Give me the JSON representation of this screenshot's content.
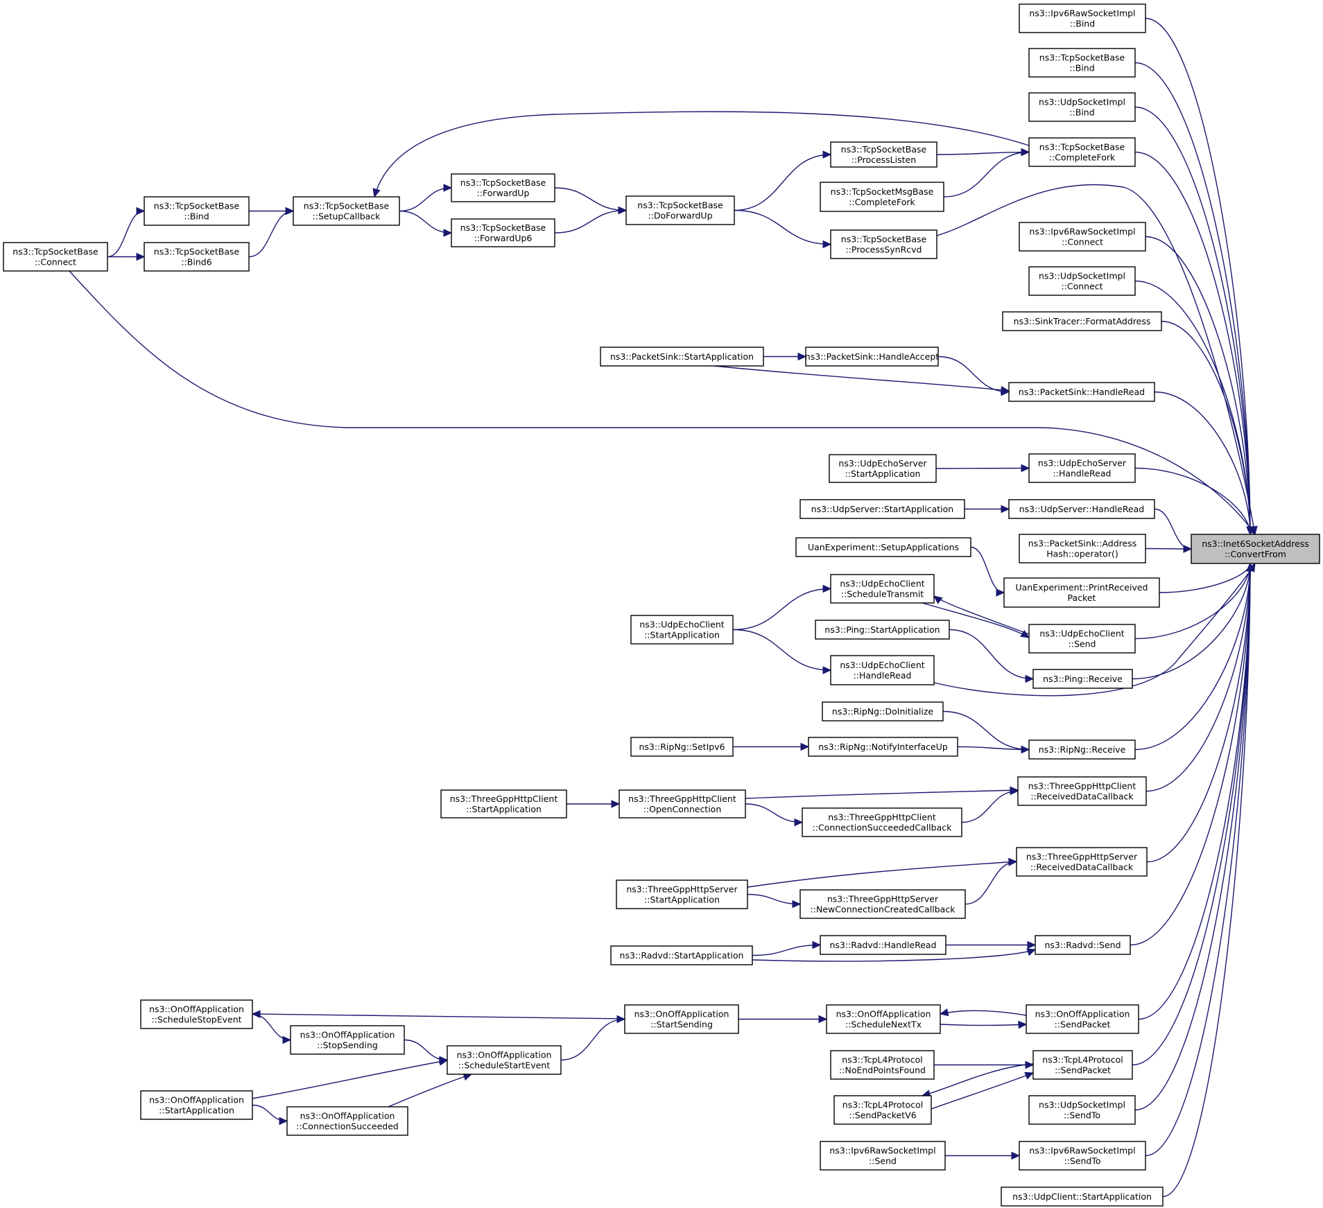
{
  "colors": {
    "edge": "#191970",
    "focus_fill": "#bfbfbf",
    "node_fill": "#ffffff",
    "border": "#000000"
  },
  "nodes": {
    "target": {
      "lines": [
        "ns3::Inet6SocketAddress",
        "::ConvertFrom"
      ]
    },
    "ipv6raw_bind": {
      "lines": [
        "ns3::Ipv6RawSocketImpl",
        "::Bind"
      ]
    },
    "tcp_bind_r": {
      "lines": [
        "ns3::TcpSocketBase",
        "::Bind"
      ]
    },
    "udp_bind": {
      "lines": [
        "ns3::UdpSocketImpl",
        "::Bind"
      ]
    },
    "tcp_completefork": {
      "lines": [
        "ns3::TcpSocketBase",
        "::CompleteFork"
      ]
    },
    "tcp_processlisten": {
      "lines": [
        "ns3::TcpSocketBase",
        "::ProcessListen"
      ]
    },
    "tcpmsg_completefork": {
      "lines": [
        "ns3::TcpSocketMsgBase",
        "::CompleteFork"
      ]
    },
    "tcp_processsynrcvd": {
      "lines": [
        "ns3::TcpSocketBase",
        "::ProcessSynRcvd"
      ]
    },
    "tcp_doforwardup": {
      "lines": [
        "ns3::TcpSocketBase",
        "::DoForwardUp"
      ]
    },
    "tcp_forwardup": {
      "lines": [
        "ns3::TcpSocketBase",
        "::ForwardUp"
      ]
    },
    "tcp_forwardup6": {
      "lines": [
        "ns3::TcpSocketBase",
        "::ForwardUp6"
      ]
    },
    "tcp_setupcallback": {
      "lines": [
        "ns3::TcpSocketBase",
        "::SetupCallback"
      ]
    },
    "tcp_bind_l": {
      "lines": [
        "ns3::TcpSocketBase",
        "::Bind"
      ]
    },
    "tcp_bind6": {
      "lines": [
        "ns3::TcpSocketBase",
        "::Bind6"
      ]
    },
    "tcp_connect": {
      "lines": [
        "ns3::TcpSocketBase",
        "::Connect"
      ]
    },
    "ipv6raw_connect": {
      "lines": [
        "ns3::Ipv6RawSocketImpl",
        "::Connect"
      ]
    },
    "udp_connect": {
      "lines": [
        "ns3::UdpSocketImpl",
        "::Connect"
      ]
    },
    "sinktracer": {
      "lines": [
        "ns3::SinkTracer::FormatAddress"
      ]
    },
    "packetsink_start": {
      "lines": [
        "ns3::PacketSink::StartApplication"
      ]
    },
    "packetsink_accept": {
      "lines": [
        "ns3::PacketSink::HandleAccept"
      ]
    },
    "packetsink_read": {
      "lines": [
        "ns3::PacketSink::HandleRead"
      ]
    },
    "udpechoserver_start": {
      "lines": [
        "ns3::UdpEchoServer",
        "::StartApplication"
      ]
    },
    "udpechoserver_read": {
      "lines": [
        "ns3::UdpEchoServer",
        "::HandleRead"
      ]
    },
    "udpserver_start": {
      "lines": [
        "ns3::UdpServer::StartApplication"
      ]
    },
    "udpserver_read": {
      "lines": [
        "ns3::UdpServer::HandleRead"
      ]
    },
    "packetsink_hash": {
      "lines": [
        "ns3::PacketSink::Address",
        "Hash::operator()"
      ]
    },
    "uan_setup": {
      "lines": [
        "UanExperiment::SetupApplications"
      ]
    },
    "uan_print": {
      "lines": [
        "UanExperiment::PrintReceived",
        "Packet"
      ]
    },
    "udpechoclient_schedule": {
      "lines": [
        "ns3::UdpEchoClient",
        "::ScheduleTransmit"
      ]
    },
    "udpechoclient_start": {
      "lines": [
        "ns3::UdpEchoClient",
        "::StartApplication"
      ]
    },
    "udpechoclient_send": {
      "lines": [
        "ns3::UdpEchoClient",
        "::Send"
      ]
    },
    "ping_start": {
      "lines": [
        "ns3::Ping::StartApplication"
      ]
    },
    "ping_receive": {
      "lines": [
        "ns3::Ping::Receive"
      ]
    },
    "udpechoclient_read": {
      "lines": [
        "ns3::UdpEchoClient",
        "::HandleRead"
      ]
    },
    "ripng_init": {
      "lines": [
        "ns3::RipNg::DoInitialize"
      ]
    },
    "ripng_setipv6": {
      "lines": [
        "ns3::RipNg::SetIpv6"
      ]
    },
    "ripng_notify": {
      "lines": [
        "ns3::RipNg::NotifyInterfaceUp"
      ]
    },
    "ripng_receive": {
      "lines": [
        "ns3::RipNg::Receive"
      ]
    },
    "httpclient_start": {
      "lines": [
        "ns3::ThreeGppHttpClient",
        "::StartApplication"
      ]
    },
    "httpclient_open": {
      "lines": [
        "ns3::ThreeGppHttpClient",
        "::OpenConnection"
      ]
    },
    "httpclient_conn": {
      "lines": [
        "ns3::ThreeGppHttpClient",
        "::ConnectionSucceededCallback"
      ]
    },
    "httpclient_recv": {
      "lines": [
        "ns3::ThreeGppHttpClient",
        "::ReceivedDataCallback"
      ]
    },
    "httpserver_recv": {
      "lines": [
        "ns3::ThreeGppHttpServer",
        "::ReceivedDataCallback"
      ]
    },
    "httpserver_start": {
      "lines": [
        "ns3::ThreeGppHttpServer",
        "::StartApplication"
      ]
    },
    "httpserver_newconn": {
      "lines": [
        "ns3::ThreeGppHttpServer",
        "::NewConnectionCreatedCallback"
      ]
    },
    "radvd_start": {
      "lines": [
        "ns3::Radvd::StartApplication"
      ]
    },
    "radvd_read": {
      "lines": [
        "ns3::Radvd::HandleRead"
      ]
    },
    "radvd_send": {
      "lines": [
        "ns3::Radvd::Send"
      ]
    },
    "onoff_stopevent": {
      "lines": [
        "ns3::OnOffApplication",
        "::ScheduleStopEvent"
      ]
    },
    "onoff_startsending": {
      "lines": [
        "ns3::OnOffApplication",
        "::StartSending"
      ]
    },
    "onoff_nexttx": {
      "lines": [
        "ns3::OnOffApplication",
        "::ScheduleNextTx"
      ]
    },
    "onoff_sendpacket": {
      "lines": [
        "ns3::OnOffApplication",
        "::SendPacket"
      ]
    },
    "onoff_stopsending": {
      "lines": [
        "ns3::OnOffApplication",
        "::StopSending"
      ]
    },
    "onoff_startevent": {
      "lines": [
        "ns3::OnOffApplication",
        "::ScheduleStartEvent"
      ]
    },
    "onoff_start": {
      "lines": [
        "ns3::OnOffApplication",
        "::StartApplication"
      ]
    },
    "onoff_connsucc": {
      "lines": [
        "ns3::OnOffApplication",
        "::ConnectionSucceeded"
      ]
    },
    "tcpl4_noend": {
      "lines": [
        "ns3::TcpL4Protocol",
        "::NoEndPointsFound"
      ]
    },
    "tcpl4_sendpacket": {
      "lines": [
        "ns3::TcpL4Protocol",
        "::SendPacket"
      ]
    },
    "tcpl4_sendpacketv6": {
      "lines": [
        "ns3::TcpL4Protocol",
        "::SendPacketV6"
      ]
    },
    "udp_sendto": {
      "lines": [
        "ns3::UdpSocketImpl",
        "::SendTo"
      ]
    },
    "ipv6raw_send": {
      "lines": [
        "ns3::Ipv6RawSocketImpl",
        "::Send"
      ]
    },
    "ipv6raw_sendto": {
      "lines": [
        "ns3::Ipv6RawSocketImpl",
        "::SendTo"
      ]
    },
    "udpclient_start": {
      "lines": [
        "ns3::UdpClient::StartApplication"
      ]
    }
  },
  "edges": [
    [
      "ipv6raw_bind",
      "target"
    ],
    [
      "tcp_bind_r",
      "target"
    ],
    [
      "udp_bind",
      "target"
    ],
    [
      "tcp_completefork",
      "target"
    ],
    [
      "tcp_processsynrcvd",
      "target"
    ],
    [
      "ipv6raw_connect",
      "target"
    ],
    [
      "udp_connect",
      "target"
    ],
    [
      "sinktracer",
      "target"
    ],
    [
      "packetsink_read",
      "target"
    ],
    [
      "tcp_connect",
      "target"
    ],
    [
      "udpechoserver_read",
      "target"
    ],
    [
      "udpserver_read",
      "target"
    ],
    [
      "packetsink_hash",
      "target"
    ],
    [
      "uan_print",
      "target"
    ],
    [
      "udpechoclient_send",
      "target"
    ],
    [
      "ping_receive",
      "target"
    ],
    [
      "udpechoclient_read",
      "target"
    ],
    [
      "ripng_receive",
      "target"
    ],
    [
      "httpclient_recv",
      "target"
    ],
    [
      "httpserver_recv",
      "target"
    ],
    [
      "radvd_send",
      "target"
    ],
    [
      "onoff_sendpacket",
      "target"
    ],
    [
      "tcpl4_sendpacket",
      "target"
    ],
    [
      "udp_sendto",
      "target"
    ],
    [
      "ipv6raw_sendto",
      "target"
    ],
    [
      "udpclient_start",
      "target"
    ],
    [
      "tcp_processlisten",
      "tcp_completefork"
    ],
    [
      "tcpmsg_completefork",
      "tcp_completefork"
    ],
    [
      "tcp_doforwardup",
      "tcp_processlisten"
    ],
    [
      "tcp_doforwardup",
      "tcp_processsynrcvd"
    ],
    [
      "tcp_forwardup",
      "tcp_doforwardup"
    ],
    [
      "tcp_forwardup6",
      "tcp_doforwardup"
    ],
    [
      "tcp_setupcallback",
      "tcp_forwardup"
    ],
    [
      "tcp_setupcallback",
      "tcp_forwardup6"
    ],
    [
      "tcp_completefork",
      "tcp_setupcallback"
    ],
    [
      "tcp_bind_l",
      "tcp_setupcallback"
    ],
    [
      "tcp_bind6",
      "tcp_setupcallback"
    ],
    [
      "tcp_connect",
      "tcp_bind_l"
    ],
    [
      "tcp_connect",
      "tcp_bind6"
    ],
    [
      "packetsink_start",
      "packetsink_accept"
    ],
    [
      "packetsink_accept",
      "packetsink_read"
    ],
    [
      "packetsink_start",
      "packetsink_read"
    ],
    [
      "udpechoserver_start",
      "udpechoserver_read"
    ],
    [
      "udpserver_start",
      "udpserver_read"
    ],
    [
      "uan_setup",
      "uan_print"
    ],
    [
      "udpechoclient_schedule",
      "udpechoclient_send"
    ],
    [
      "udpechoclient_send",
      "udpechoclient_schedule"
    ],
    [
      "udpechoclient_start",
      "udpechoclient_schedule"
    ],
    [
      "udpechoclient_start",
      "udpechoclient_read"
    ],
    [
      "ping_start",
      "ping_receive"
    ],
    [
      "ripng_init",
      "ripng_receive"
    ],
    [
      "ripng_setipv6",
      "ripng_notify"
    ],
    [
      "ripng_notify",
      "ripng_receive"
    ],
    [
      "httpclient_start",
      "httpclient_open"
    ],
    [
      "httpclient_open",
      "httpclient_recv"
    ],
    [
      "httpclient_open",
      "httpclient_conn"
    ],
    [
      "httpclient_conn",
      "httpclient_recv"
    ],
    [
      "httpserver_start",
      "httpserver_recv"
    ],
    [
      "httpserver_start",
      "httpserver_newconn"
    ],
    [
      "httpserver_newconn",
      "httpserver_recv"
    ],
    [
      "radvd_start",
      "radvd_read"
    ],
    [
      "radvd_read",
      "radvd_send"
    ],
    [
      "radvd_start",
      "radvd_send"
    ],
    [
      "onoff_startsending",
      "onoff_nexttx"
    ],
    [
      "onoff_nexttx",
      "onoff_sendpacket"
    ],
    [
      "onoff_sendpacket",
      "onoff_nexttx"
    ],
    [
      "onoff_startsending",
      "onoff_stopevent"
    ],
    [
      "onoff_startevent",
      "onoff_startsending"
    ],
    [
      "onoff_stopevent",
      "onoff_stopsending"
    ],
    [
      "onoff_stopsending",
      "onoff_startevent"
    ],
    [
      "onoff_start",
      "onoff_startevent"
    ],
    [
      "onoff_start",
      "onoff_connsucc"
    ],
    [
      "onoff_connsucc",
      "onoff_startevent"
    ],
    [
      "tcpl4_noend",
      "tcpl4_sendpacket"
    ],
    [
      "tcpl4_sendpacket",
      "tcpl4_sendpacketv6"
    ],
    [
      "tcpl4_sendpacketv6",
      "tcpl4_sendpacket"
    ],
    [
      "ipv6raw_send",
      "ipv6raw_sendto"
    ]
  ]
}
